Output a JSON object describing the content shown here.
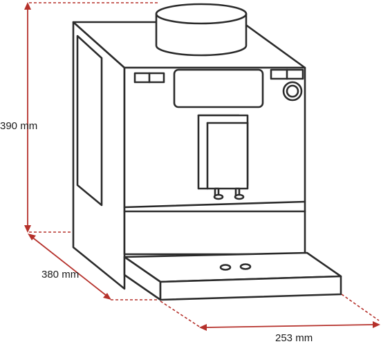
{
  "dimensions": {
    "height": "390 mm",
    "depth": "380 mm",
    "width": "253 mm"
  },
  "colors": {
    "dimension_line": "#b5302a",
    "outline": "#2b2b2b"
  }
}
